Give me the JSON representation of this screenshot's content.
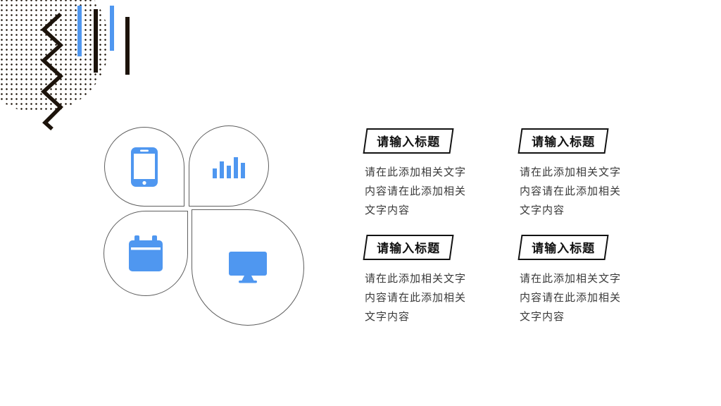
{
  "slide": {
    "background": "#ffffff",
    "accent_color": "#4f97f0",
    "ink_color": "#1c130b",
    "decor": {
      "halftone_dot_color": "#241b12",
      "zigzag_color": "#1c130b",
      "bar_colors": [
        "#4f97f0",
        "#1c130b",
        "#4f97f0",
        "#1c130b"
      ]
    },
    "clover_icons": [
      "smartphone-icon",
      "bar-chart-icon",
      "calendar-icon",
      "monitor-icon"
    ],
    "sections": [
      {
        "title": "请输入标题",
        "body": [
          "请在此添加相关文字",
          "内容请在此添加相关",
          "文字内容"
        ]
      },
      {
        "title": "请输入标题",
        "body": [
          "请在此添加相关文字",
          "内容请在此添加相关",
          "文字内容"
        ]
      },
      {
        "title": "请输入标题",
        "body": [
          "请在此添加相关文字",
          "内容请在此添加相关",
          "文字内容"
        ]
      },
      {
        "title": "请输入标题",
        "body": [
          "请在此添加相关文字",
          "内容请在此添加相关",
          "文字内容"
        ]
      }
    ]
  }
}
